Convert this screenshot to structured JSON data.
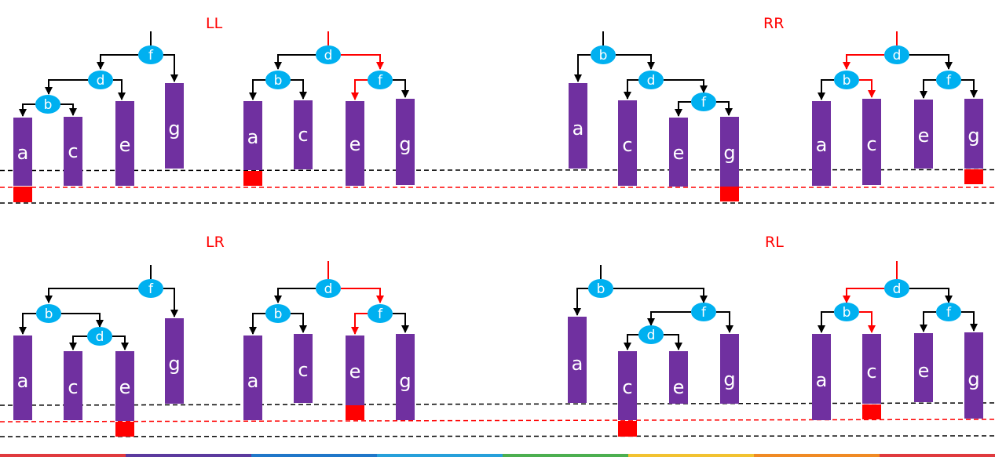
{
  "colors": {
    "bar": "#7030a0",
    "node": "#00b0f0",
    "edge": "#000000",
    "rotated_edge": "#ff0000",
    "added_block": "#ff0000",
    "baseline": "#000000",
    "imbalance_line": "#ff0000"
  },
  "panels": [
    {
      "title": "LL",
      "before": {
        "nodes": [
          "f",
          "d",
          "b"
        ],
        "bars": [
          "a",
          "c",
          "e",
          "g"
        ]
      },
      "after": {
        "nodes": [
          "d",
          "b",
          "f"
        ],
        "bars": [
          "a",
          "c",
          "e",
          "g"
        ]
      }
    },
    {
      "title": "RR",
      "before": {
        "nodes": [
          "b",
          "d",
          "f"
        ],
        "bars": [
          "a",
          "c",
          "e",
          "g"
        ]
      },
      "after": {
        "nodes": [
          "d",
          "b",
          "f"
        ],
        "bars": [
          "a",
          "c",
          "e",
          "g"
        ]
      }
    },
    {
      "title": "LR",
      "before": {
        "nodes": [
          "f",
          "b",
          "d"
        ],
        "bars": [
          "a",
          "c",
          "e",
          "g"
        ]
      },
      "after": {
        "nodes": [
          "d",
          "b",
          "f"
        ],
        "bars": [
          "a",
          "c",
          "e",
          "g"
        ]
      }
    },
    {
      "title": "RL",
      "before": {
        "nodes": [
          "b",
          "f",
          "d"
        ],
        "bars": [
          "a",
          "c",
          "e",
          "g"
        ]
      },
      "after": {
        "nodes": [
          "d",
          "b",
          "f"
        ],
        "bars": [
          "a",
          "c",
          "e",
          "g"
        ]
      }
    }
  ]
}
